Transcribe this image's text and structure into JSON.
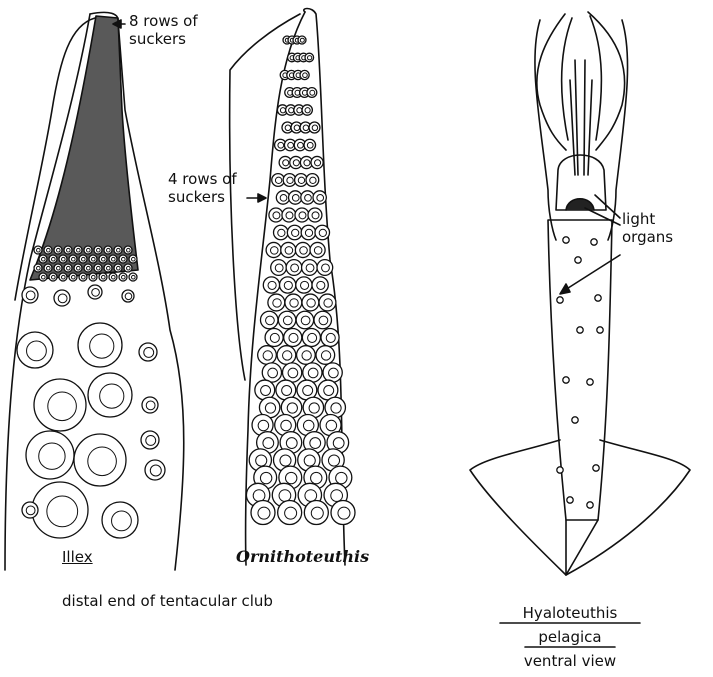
{
  "illex": {
    "callout": "8 rows of\nsuckers",
    "name": "Illex"
  },
  "ornithoteuthis": {
    "callout": "4 rows of\nsuckers",
    "name": "Ornithoteuthis"
  },
  "caption": "distal end of tentacular club",
  "hyaloteuthis": {
    "callout": "light\norgans",
    "name_line1": "Hyaloteuthis",
    "name_line2": "pelagica",
    "view": "ventral view"
  }
}
